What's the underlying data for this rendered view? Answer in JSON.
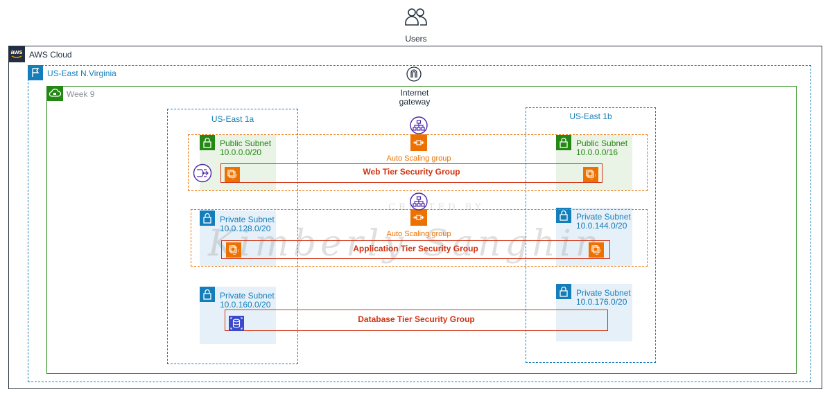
{
  "users": {
    "label": "Users",
    "icon": "users-icon"
  },
  "aws_cloud": {
    "label": "AWS Cloud",
    "logo": "aws"
  },
  "region": {
    "label": "US-East N.Virginia"
  },
  "vpc": {
    "label": "Week 9"
  },
  "internet_gateway": {
    "label_line1": "Internet",
    "label_line2": "gateway"
  },
  "availability_zones": [
    {
      "label": "US-East 1a"
    },
    {
      "label": "US-East 1b"
    }
  ],
  "subnets": {
    "public_a": {
      "label": "Public Subnet",
      "cidr": "10.0.0.0/20"
    },
    "public_b": {
      "label": "Public Subnet",
      "cidr": "10.0.0.0/16"
    },
    "app_a": {
      "label": "Private Subnet",
      "cidr": "10.0.128.0/20"
    },
    "app_b": {
      "label": "Private Subnet",
      "cidr": "10.0.144.0/20"
    },
    "db_a": {
      "label": "Private Subnet",
      "cidr": "10.0.160.0/20"
    },
    "db_b": {
      "label": "Private Subnet",
      "cidr": "10.0.176.0/20"
    }
  },
  "auto_scaling_groups": [
    {
      "label": "Auto Scaling group"
    },
    {
      "label": "Auto Scaling group"
    }
  ],
  "security_groups": {
    "web": "Web Tier Security Group",
    "app": "Application Tier Security Group",
    "db": "Database Tier Security Group"
  },
  "watermark": {
    "line1": "CREATED BY",
    "line2": "Kimberly Sanghin"
  },
  "colors": {
    "aws_cloud_border": "#232f3e",
    "region_border": "#147eba",
    "vpc_border": "#248814",
    "public_subnet_fill": "#e9f3e6",
    "private_subnet_fill": "#e6f0f8",
    "security_group": "#d13212",
    "auto_scaling": "#ed7100",
    "load_balancer": "#4d27aa"
  }
}
